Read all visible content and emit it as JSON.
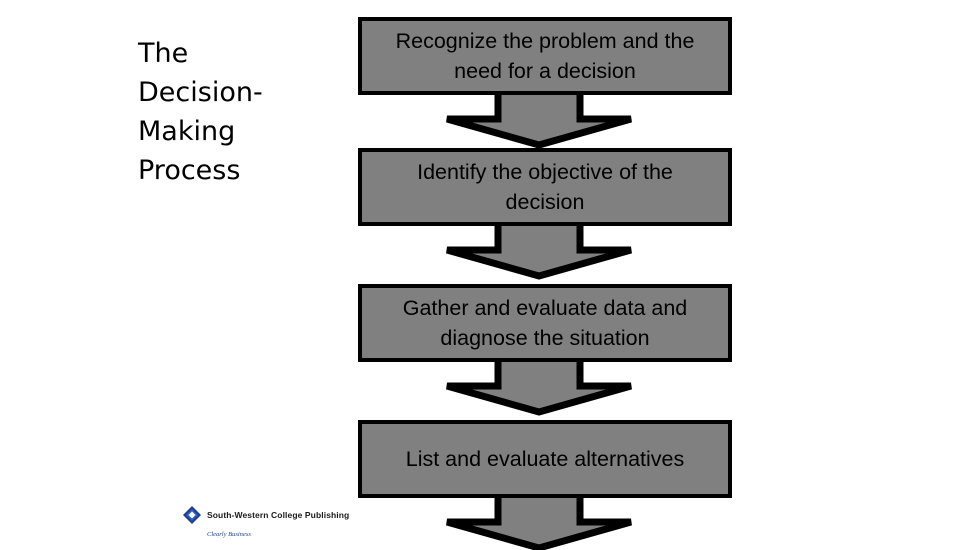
{
  "slide": {
    "background_color": "#ffffff",
    "title": "The Decision-Making Process"
  },
  "theme": {
    "box_fill": "#808080",
    "box_border": "#000000",
    "arrow_fill": "#808080",
    "arrow_border": "#000000",
    "text_color": "#000000"
  },
  "flow": {
    "type": "vertical-flowchart",
    "steps": [
      {
        "index": 1,
        "label": "Recognize the problem and the need for a decision"
      },
      {
        "index": 2,
        "label": "Identify the objective of the decision"
      },
      {
        "index": 3,
        "label": "Gather and evaluate data and diagnose the situation"
      },
      {
        "index": 4,
        "label": "List and evaluate alternatives"
      }
    ],
    "connector": "down-arrow"
  },
  "logo": {
    "name": "South-Western College Publishing",
    "tagline": "Clearly Business",
    "mark": "diamond-logo-icon",
    "mark_color": "#1c3f94"
  }
}
